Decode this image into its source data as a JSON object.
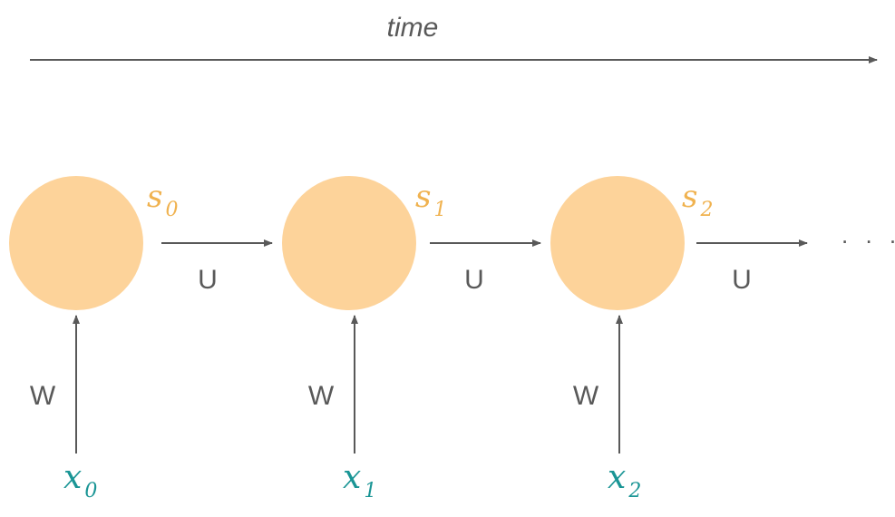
{
  "time_label": "time",
  "colors": {
    "node_fill": "#FDD39A",
    "state_label": "#F0B24F",
    "input_label": "#1A9595",
    "arrow": "#595959"
  },
  "states": [
    {
      "symbol": "s",
      "subscript": "0"
    },
    {
      "symbol": "s",
      "subscript": "1"
    },
    {
      "symbol": "s",
      "subscript": "2"
    }
  ],
  "inputs": [
    {
      "symbol": "x",
      "subscript": "0"
    },
    {
      "symbol": "x",
      "subscript": "1"
    },
    {
      "symbol": "x",
      "subscript": "2"
    }
  ],
  "recurrent_weight_labels": [
    "U",
    "U",
    "U"
  ],
  "input_weight_labels": [
    "W",
    "W",
    "W"
  ],
  "continuation": ". . ."
}
